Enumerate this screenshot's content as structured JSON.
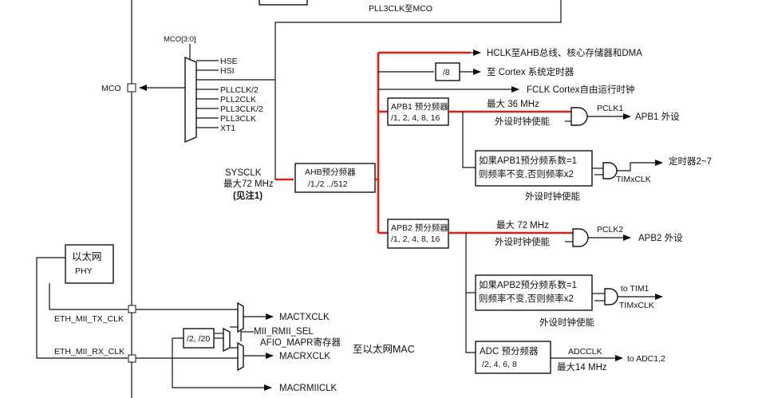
{
  "top_label": "PLL3CLK至MCO",
  "mco": {
    "bus_label": "MCO[3:0]",
    "pin_label": "MCO",
    "inputs": [
      "HSE",
      "HSI",
      "PLLCLK/2",
      "PLL2CLK",
      "PLL3CLK/2",
      "PLL3CLK",
      "XT1"
    ]
  },
  "sysclk": {
    "name": "SYSCLK",
    "max": "最大72 MHz",
    "note": "(见注1)"
  },
  "ahb": {
    "line1": "AHB预分频器",
    "line2": "/1,/2 ../512"
  },
  "div8": "/8",
  "outputs": {
    "hclk": "HCLK至AHB总线、核心存储器和DMA",
    "cortex": "至 Cortex 系统定时器",
    "fclk": "FCLK Cortex自由运行时钟"
  },
  "apb1": {
    "line1": "APB1 预分频器",
    "line2": "/1, 2, 4, 8, 16",
    "max": "最大 36 MHz",
    "enable": "外设时钟使能",
    "pclk": "PCLK1",
    "dest": "APB1 外设",
    "tim_line1": "如果APB1预分频系数=1",
    "tim_line2": "则频率不变,否则频率x2",
    "timxclk": "TIMxCLK",
    "tim_dest": "定时器2~7",
    "tim_enable": "外设时钟使能"
  },
  "apb2": {
    "line1": "APB2 预分频器",
    "line2": "/1, 2, 4, 8, 16",
    "max": "最大 72 MHz",
    "enable": "外设时钟使能",
    "pclk": "PCLK2",
    "dest": "APB2 外设",
    "tim_line1": "如果APB2预分频系数=1",
    "tim_line2": "则频率不变,否则频率x2",
    "timxclk": "TIMxCLK",
    "tim_dest": "to TIM1",
    "tim_enable": "外设时钟使能"
  },
  "adc": {
    "line1": "ADC 预分频器",
    "line2": "/2, 4, 6, 8",
    "clk": "ADCCLK",
    "max": "最大14 MHz",
    "dest": "to ADC1,2"
  },
  "eth": {
    "phy_line1": "以太网",
    "phy_line2": "PHY",
    "tx_clk": "ETH_MII_TX_CLK",
    "rx_clk": "ETH_MII_RX_CLK",
    "div": "/2, /20",
    "mactxclk": "MACTXCLK",
    "sel": "MII_RMII_SEL",
    "afio": "AFIO_MAPR寄存器",
    "macrxclk": "MACRXCLK",
    "dest": "至以太网MAC",
    "macrmiiclk": "MACRMIICLK"
  }
}
